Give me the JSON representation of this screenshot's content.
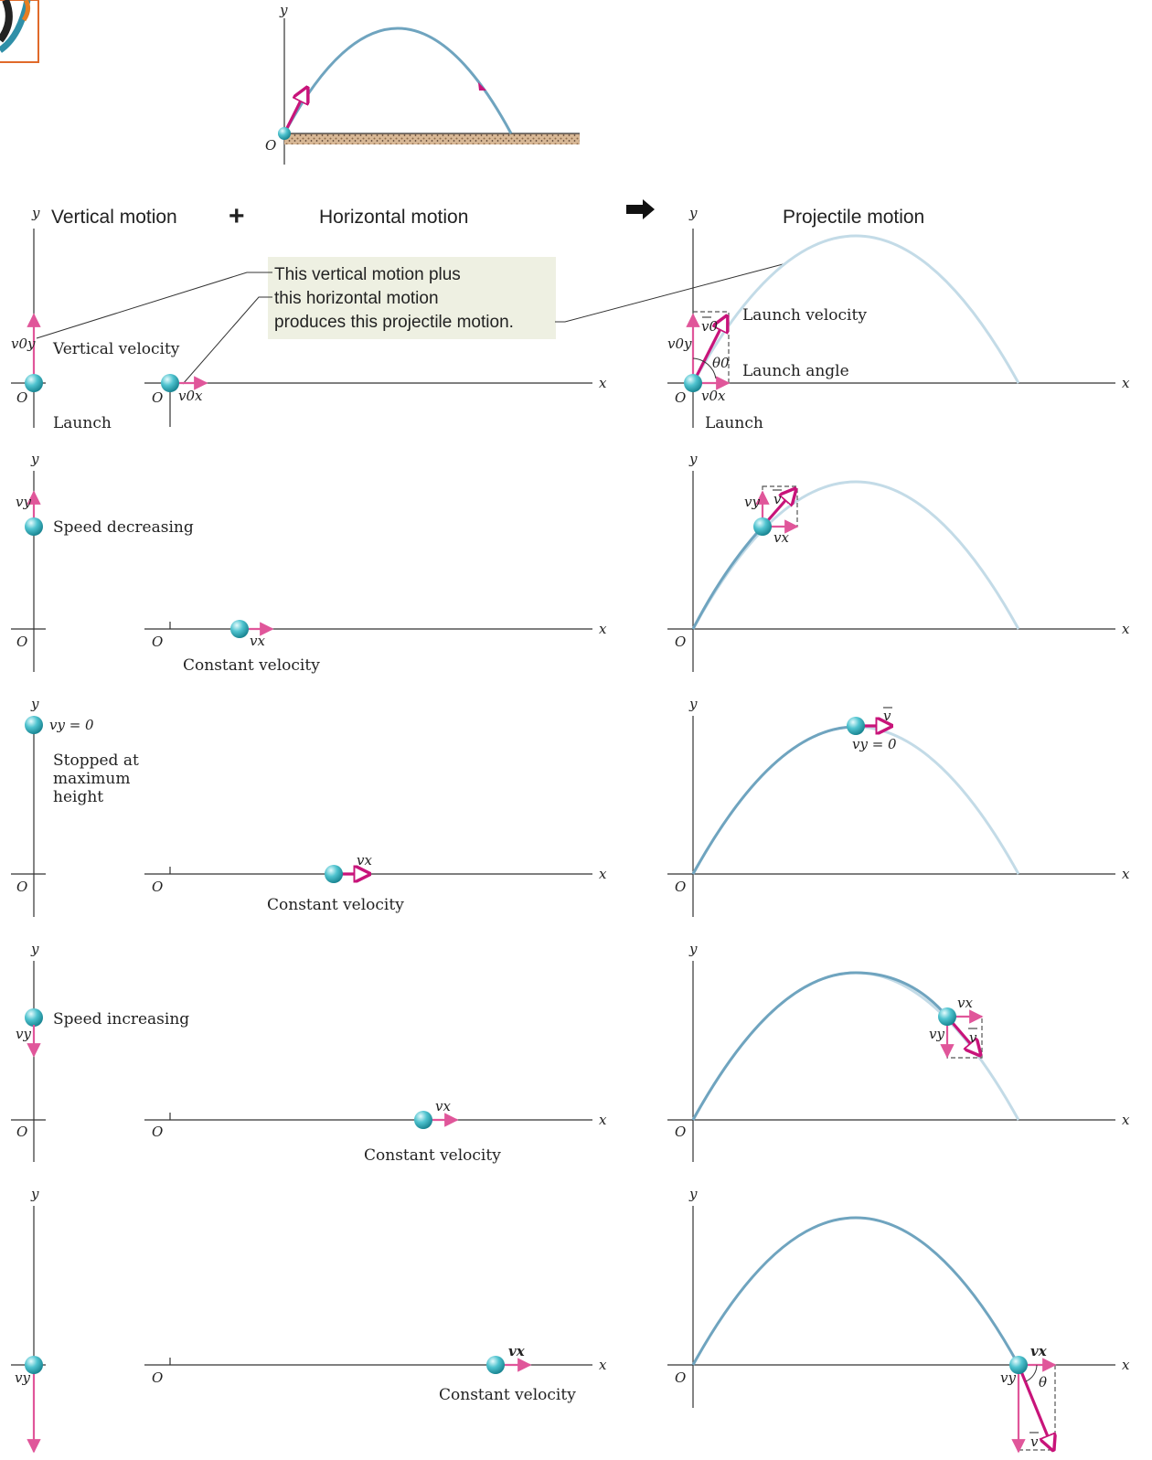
{
  "headers": {
    "vertical": "Vertical motion",
    "plus": "+",
    "horizontal": "Horizontal motion",
    "projectile": "Projectile motion"
  },
  "callout": {
    "line1": "This vertical motion plus",
    "line2": "this horizontal motion",
    "line3": "produces this projectile motion."
  },
  "axes": {
    "y": "y",
    "x": "x",
    "origin": "O"
  },
  "row1": {
    "v0y": "v0y",
    "vertical_velocity": "Vertical velocity",
    "launch_left": "Launch",
    "v0x_mid": "v0x",
    "v0_vec": "v0",
    "launch_velocity": "Launch velocity",
    "v0y_right": "v0y",
    "theta0": "θ0",
    "launch_angle": "Launch angle",
    "v0x_right": "v0x",
    "launch_right": "Launch"
  },
  "row2": {
    "vy": "vy",
    "speed_decreasing": "Speed decreasing",
    "vx": "vx",
    "constant_velocity": "Constant velocity",
    "vy_right": "vy",
    "v_vec": "v",
    "vx_right": "vx"
  },
  "row3": {
    "vy_zero": "vy = 0",
    "stopped1": "Stopped at",
    "stopped2": "maximum",
    "stopped3": "height",
    "vx": "vx",
    "constant_velocity": "Constant velocity",
    "v_vec": "v",
    "vy_zero_right": "vy = 0"
  },
  "row4": {
    "vy": "vy",
    "speed_increasing": "Speed increasing",
    "vx": "vx",
    "constant_velocity": "Constant velocity",
    "vx_right": "vx",
    "vy_right": "vy",
    "v_vec": "v"
  },
  "row5": {
    "vy": "vy",
    "vx": "vx",
    "constant_velocity": "Constant velocity",
    "vx_right": "vx",
    "vy_right": "vy",
    "theta": "θ",
    "v_vec": "v"
  },
  "colors": {
    "vector": "#e0569a",
    "vector_bold": "#c8147a",
    "path_dark": "#6fa4bf",
    "path_light": "#c3dbe7",
    "ball": "#3fb6c2",
    "callout_bg": "#eef0e2"
  }
}
